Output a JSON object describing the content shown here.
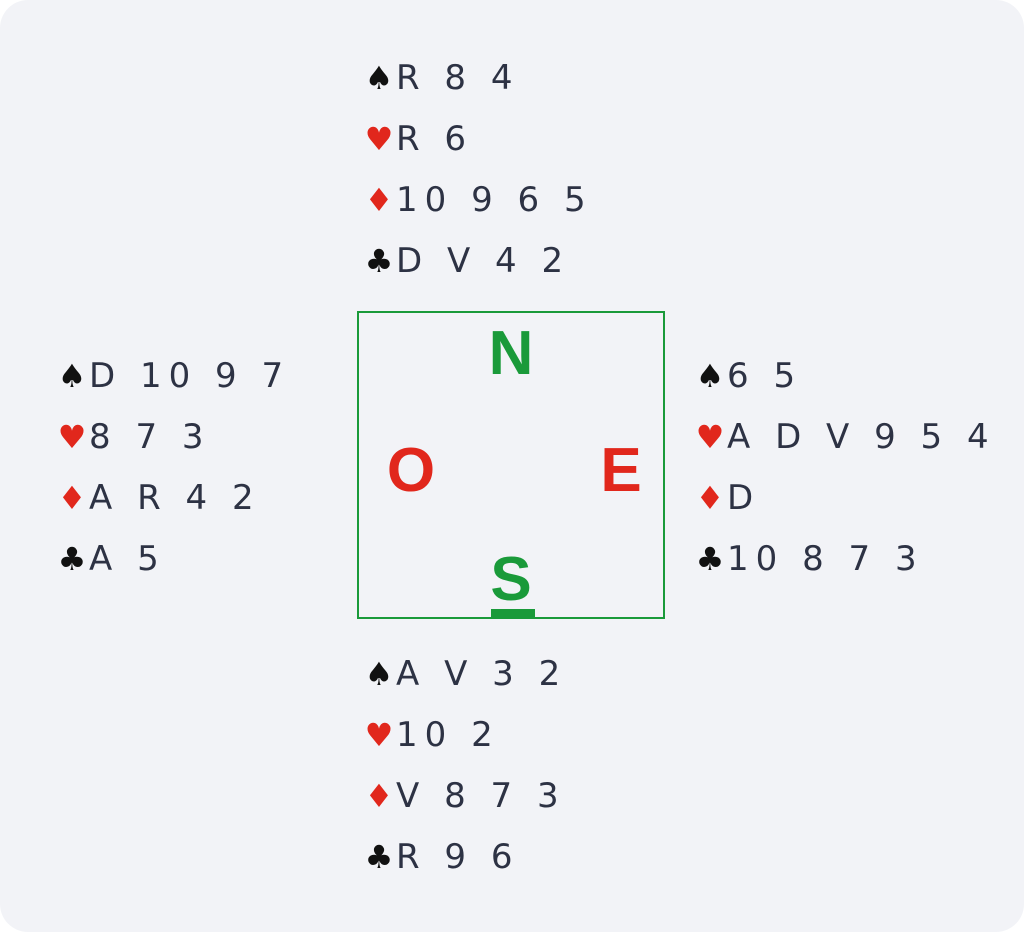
{
  "hands": {
    "north": [
      {
        "suit": "♠",
        "suit_name": "spade-icon",
        "color": "black",
        "cards": "R 8 4"
      },
      {
        "suit": "♥",
        "suit_name": "heart-icon",
        "color": "red",
        "cards": "R 6"
      },
      {
        "suit": "♦",
        "suit_name": "diamond-icon",
        "color": "red",
        "cards": "10 9 6 5"
      },
      {
        "suit": "♣",
        "suit_name": "club-icon",
        "color": "black",
        "cards": "D V 4 2"
      }
    ],
    "west": [
      {
        "suit": "♠",
        "suit_name": "spade-icon",
        "color": "black",
        "cards": "D 10 9 7"
      },
      {
        "suit": "♥",
        "suit_name": "heart-icon",
        "color": "red",
        "cards": "8 7 3"
      },
      {
        "suit": "♦",
        "suit_name": "diamond-icon",
        "color": "red",
        "cards": "A R 4 2"
      },
      {
        "suit": "♣",
        "suit_name": "club-icon",
        "color": "black",
        "cards": "A 5"
      }
    ],
    "east": [
      {
        "suit": "♠",
        "suit_name": "spade-icon",
        "color": "black",
        "cards": "6 5"
      },
      {
        "suit": "♥",
        "suit_name": "heart-icon",
        "color": "red",
        "cards": "A D V 9 5 4"
      },
      {
        "suit": "♦",
        "suit_name": "diamond-icon",
        "color": "red",
        "cards": "D"
      },
      {
        "suit": "♣",
        "suit_name": "club-icon",
        "color": "black",
        "cards": "10 8 7 3"
      }
    ],
    "south": [
      {
        "suit": "♠",
        "suit_name": "spade-icon",
        "color": "black",
        "cards": "A V 3 2"
      },
      {
        "suit": "♥",
        "suit_name": "heart-icon",
        "color": "red",
        "cards": "10 2"
      },
      {
        "suit": "♦",
        "suit_name": "diamond-icon",
        "color": "red",
        "cards": "V 8 7 3"
      },
      {
        "suit": "♣",
        "suit_name": "club-icon",
        "color": "black",
        "cards": "R 9 6"
      }
    ]
  },
  "compass": {
    "north": "N",
    "west": "O",
    "east": "E",
    "south": "S",
    "dealer": "south",
    "colors": {
      "vulnerable": "#e1271c",
      "not_vulnerable": "#1a9a3a"
    }
  },
  "colors": {
    "black_suit": "#111111",
    "red_suit": "#e1271c",
    "card_text": "#2d3244",
    "background": "#f2f3f7"
  }
}
